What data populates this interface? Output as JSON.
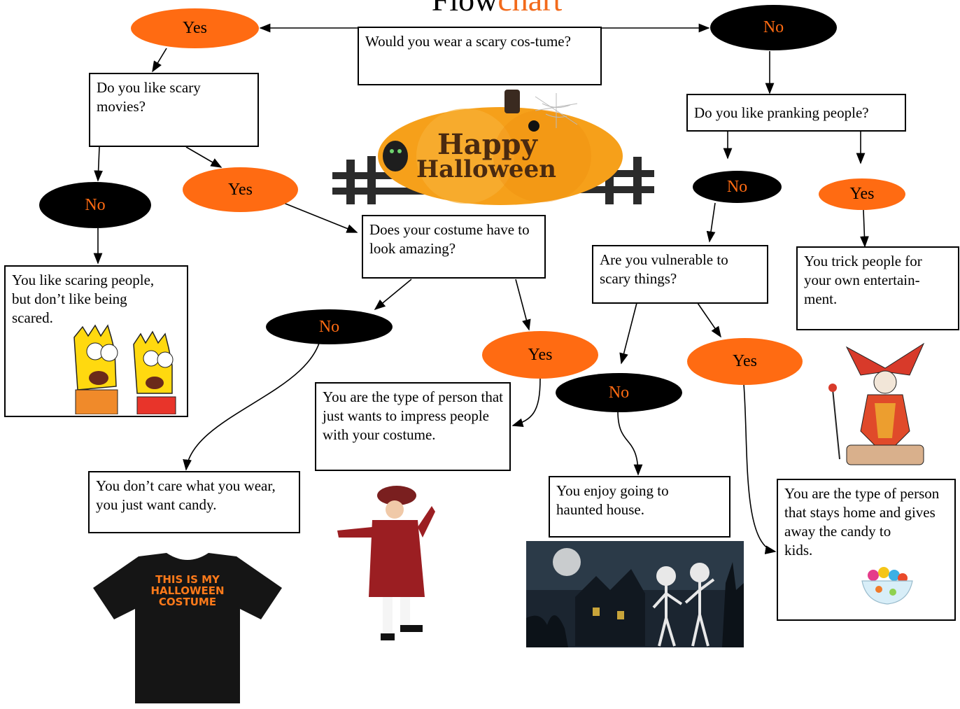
{
  "title": {
    "part1": "Flow",
    "part2": "chart"
  },
  "nodes": {
    "start": "Would you wear a scary cos-tume?",
    "q_scary_movies": "Do you like scary movies?",
    "q_pranking": "Do you like pranking people?",
    "q_costume_amazing": "Does your costume have to look amazing?",
    "q_vulnerable": "Are you vulnerable to scary things?",
    "r_scaring": "You like scaring people, but don’t like being scared.",
    "r_trick": "You trick people for your own entertain-ment.",
    "r_impress": "You are the type of person that just wants to impress people with your costume.",
    "r_candy": "You don’t care what you wear, you just want candy.",
    "r_haunted": "You enjoy going to haunted house.",
    "r_home_a": "You are the type of person that stays home and gives away the candy to",
    "r_home_b": "kids."
  },
  "answers": {
    "yes": "Yes",
    "no": "No"
  },
  "images": {
    "pumpkin_line1": "Happy",
    "pumpkin_line2": "Halloween",
    "shirt_text_1": "THIS IS MY",
    "shirt_text_2": "HALLOWEEN",
    "shirt_text_3": "COSTUME"
  },
  "colors": {
    "yes_fill": "#ff6b12",
    "no_fill": "#000000",
    "no_text": "#ff6b12",
    "title_accent": "#f26a1b"
  }
}
